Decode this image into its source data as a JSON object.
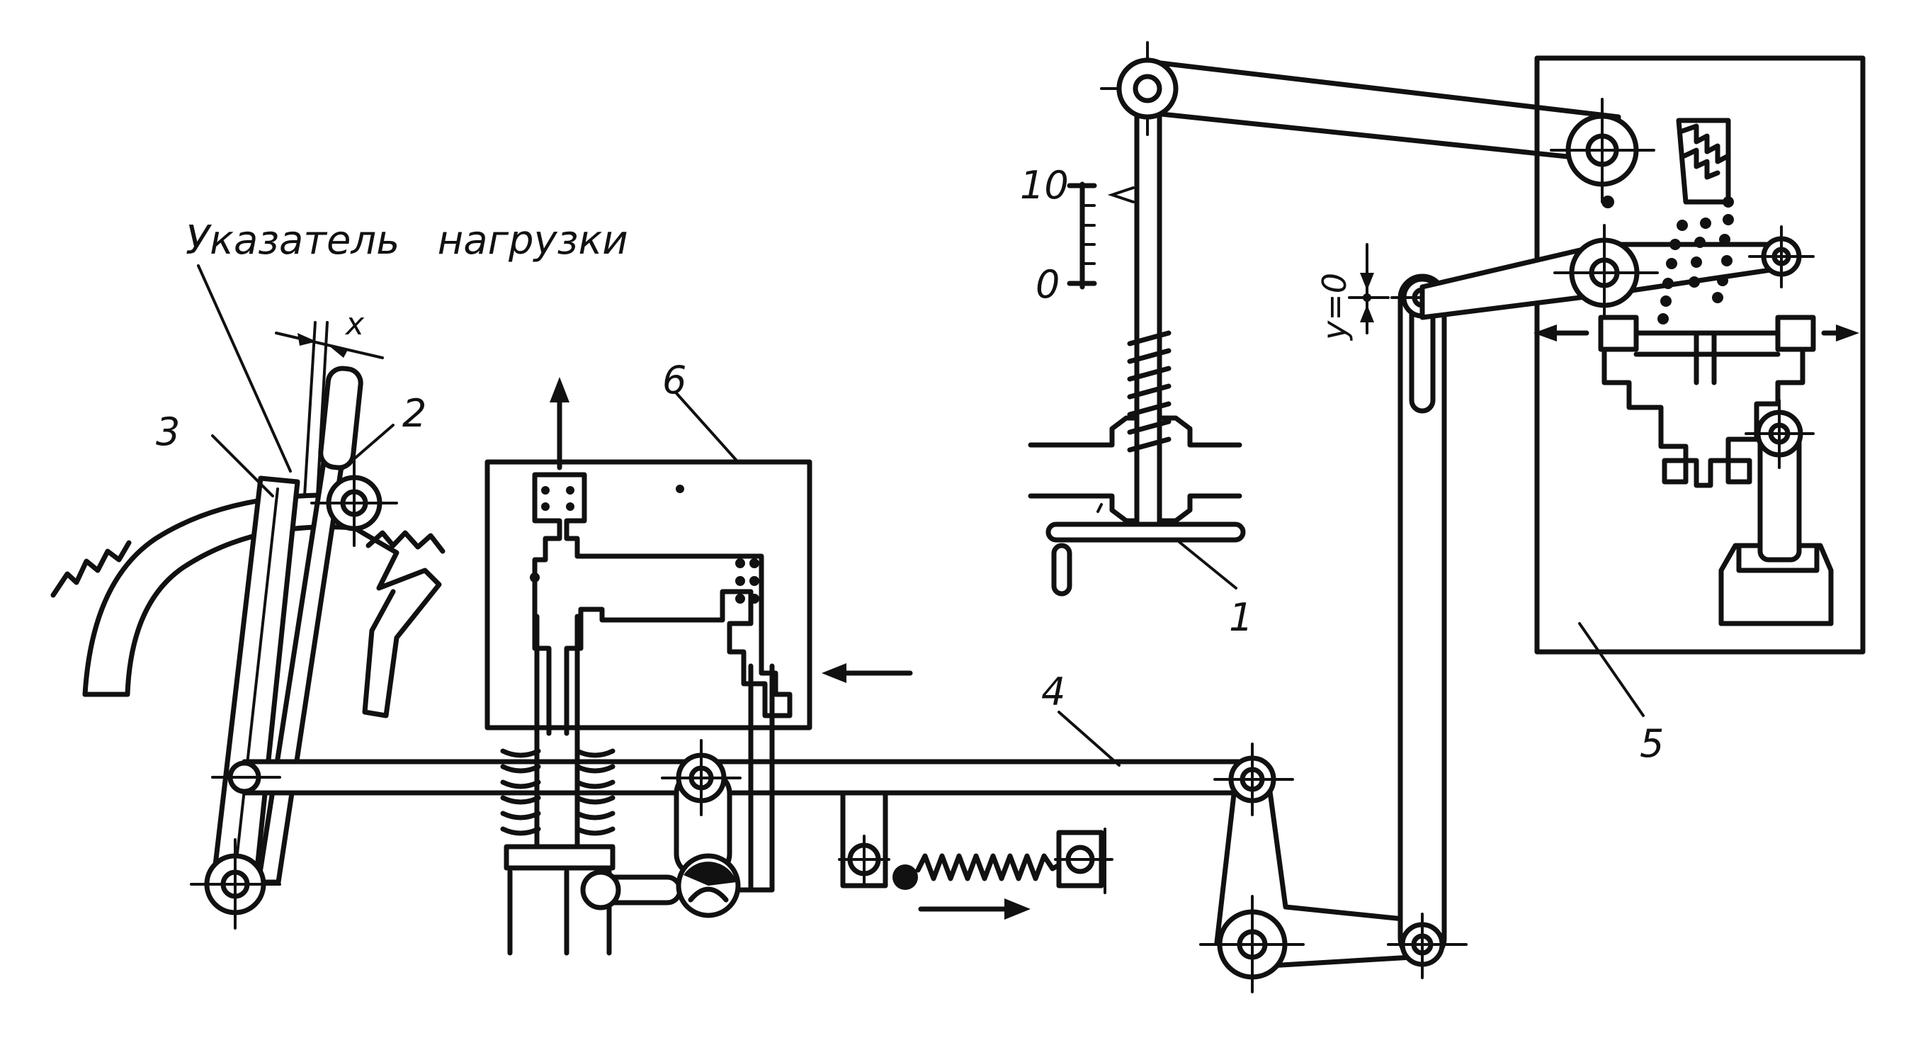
{
  "figure": {
    "caption": "Указатель   нагрузки",
    "callouts": {
      "c1": "1",
      "c2": "2",
      "c3": "3",
      "c4": "4",
      "c5": "5",
      "c6": "6",
      "x": "x"
    },
    "scale": {
      "top": "10",
      "bottom": "0"
    },
    "y_label": "y=0"
  }
}
